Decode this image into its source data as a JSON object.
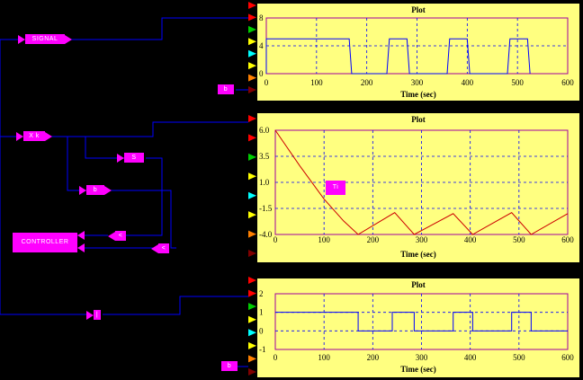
{
  "blocks": {
    "signal_source": "SIGNAL",
    "gain_block": "X k",
    "bit_block": "b",
    "sum_block": "S",
    "controller": "CONTROLLER",
    "ref_small_1": "<",
    "ref_small_2": "<",
    "scope_tag_1": "b",
    "scope_tag_2": "b",
    "annot_tag": "Ti",
    "pulse_block": "|"
  },
  "port_colors": [
    "#ff0000",
    "#ff0000",
    "#00cc00",
    "#ffff00",
    "#00ffff",
    "#ffff00",
    "#ff8000",
    "#800000"
  ],
  "charts": [
    {
      "title": "Plot",
      "xlabel": "Time (sec)",
      "xticks": [
        "0",
        "100",
        "200",
        "300",
        "400",
        "500",
        "600"
      ],
      "yticks": [
        "8",
        "4",
        "0"
      ]
    },
    {
      "title": "Plot",
      "xlabel": "Time (sec)",
      "xticks": [
        "0",
        "100",
        "200",
        "300",
        "400",
        "500",
        "600"
      ],
      "yticks": [
        "6.0",
        "3.5",
        "1.0",
        "-1.5",
        "-4.0"
      ]
    },
    {
      "title": "Plot",
      "xlabel": "Time (sec)",
      "xticks": [
        "0",
        "100",
        "200",
        "300",
        "400",
        "500",
        "600"
      ],
      "yticks": [
        "2",
        "1",
        "0",
        "-1"
      ]
    }
  ],
  "chart_data": [
    {
      "type": "line",
      "title": "Plot",
      "xlabel": "Time (sec)",
      "ylabel": "",
      "xlim": [
        0,
        600
      ],
      "ylim": [
        0,
        8
      ],
      "x": [
        0,
        0,
        165,
        170,
        240,
        245,
        280,
        285,
        360,
        365,
        400,
        405,
        480,
        485,
        520,
        525
      ],
      "y": [
        0,
        5,
        5,
        0,
        0,
        5,
        5,
        0,
        0,
        5,
        5,
        0,
        0,
        5,
        5,
        0
      ]
    },
    {
      "type": "line",
      "title": "Plot",
      "xlabel": "Time (sec)",
      "ylabel": "",
      "xlim": [
        0,
        600
      ],
      "ylim": [
        -4,
        6
      ],
      "x": [
        0,
        50,
        100,
        140,
        170,
        245,
        285,
        365,
        405,
        485,
        525,
        600
      ],
      "y": [
        6.0,
        2.6,
        -0.6,
        -2.7,
        -4.0,
        -1.9,
        -4.0,
        -2.0,
        -4.0,
        -1.9,
        -4.0,
        -2.0
      ]
    },
    {
      "type": "line",
      "title": "Plot",
      "xlabel": "Time (sec)",
      "ylabel": "",
      "xlim": [
        0,
        600
      ],
      "ylim": [
        -1,
        2
      ],
      "x": [
        0,
        170,
        170,
        240,
        240,
        285,
        285,
        365,
        365,
        405,
        405,
        485,
        485,
        525,
        525,
        600
      ],
      "y": [
        1,
        1,
        0,
        0,
        1,
        1,
        0,
        0,
        1,
        1,
        0,
        0,
        1,
        1,
        0,
        0
      ]
    }
  ]
}
